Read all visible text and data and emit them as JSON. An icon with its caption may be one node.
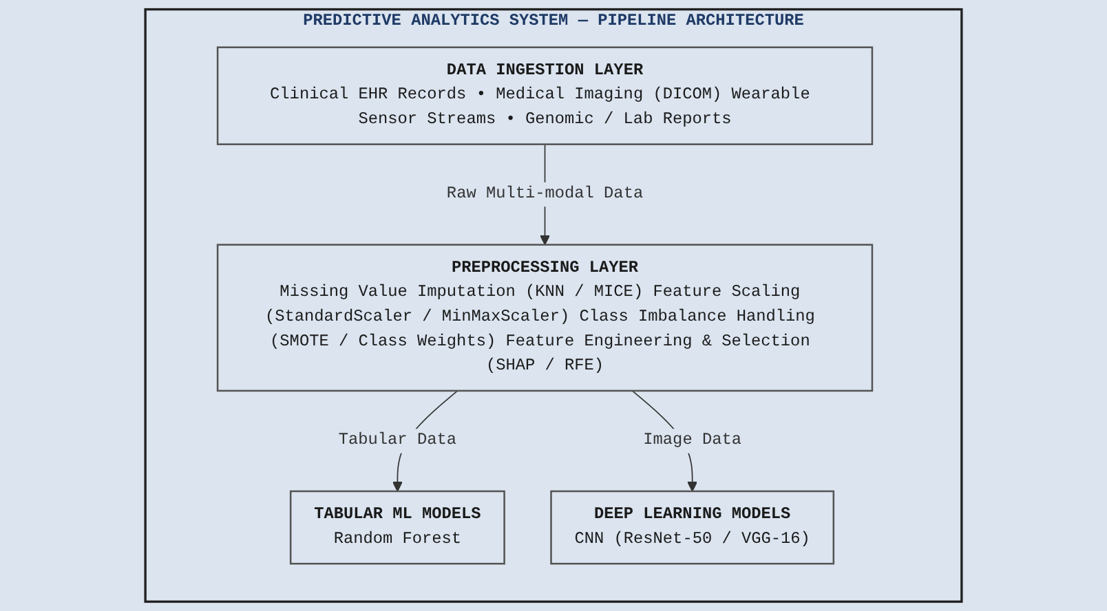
{
  "diagram": {
    "nodes": [
      {
        "text": [
          "PREDICTIVE ANALYTICS SYSTEM — PIPELINE ARCHITECTURE"
        ]
      },
      {
        "text": [
          "DATA INGESTION LAYER",
          "Clinical EHR Records • Medical Imaging (DICOM) Wearable Sensor Streams • Genomic / Lab Reports"
        ],
        "in": 0
      },
      {
        "text": [
          "PREPROCESSING LAYER",
          "Missing Value Imputation (KNN / MICE) Feature Scaling (StandardScaler / MinMaxScaler) Class Imbalance Handling (SMOTE / Class Weights) Feature Engineering & Selection (SHAP / RFE)"
        ],
        "in": 0
      },
      {
        "text": [
          "TABULAR ML MODELS",
          "Random Forest"
        ],
        "in": 0
      },
      {
        "text": [
          "DEEP LEARNING MODELS",
          "CNN (ResNet-50 / VGG-16)"
        ],
        "in": 0
      }
    ],
    "edges": [
      {
        "from": 1,
        "to": 2,
        "arrow": "to",
        "label": "Raw Multi-modal Data"
      },
      {
        "from": 2,
        "to": 3,
        "arrow": "to",
        "label": "Tabular Data"
      },
      {
        "from": 2,
        "to": 4,
        "arrow": "to",
        "label": "Image Data"
      }
    ]
  }
}
